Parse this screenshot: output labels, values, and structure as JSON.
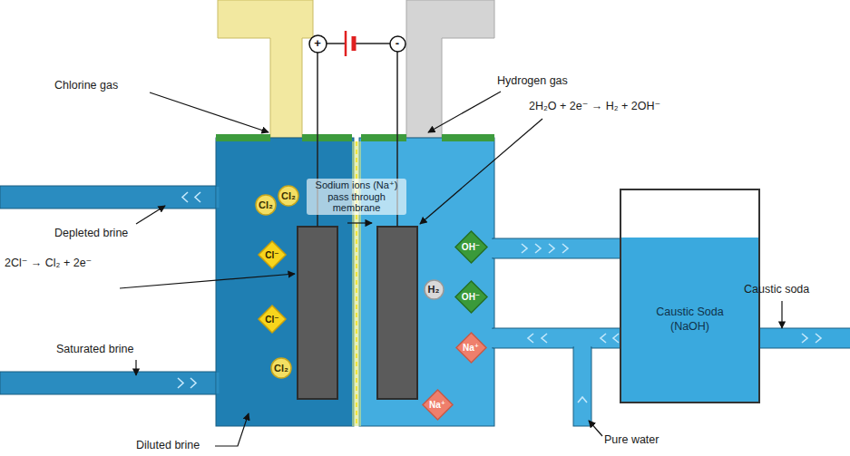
{
  "diagram": {
    "nodes": [
      {
        "text": [
          "+"
        ]
      },
      {
        "text": [
          "-"
        ]
      },
      {
        "text": [
          "Cl₂"
        ]
      },
      {
        "text": [
          "Cl₂"
        ]
      },
      {
        "text": [
          "Cl⁻"
        ]
      },
      {
        "text": [
          "OH⁻"
        ]
      },
      {
        "text": [
          "H₂"
        ]
      },
      {
        "text": [
          "OH⁻"
        ]
      },
      {
        "text": [
          "Caustic Soda (NaOH)"
        ]
      },
      {
        "text": [
          "Cl⁻"
        ]
      },
      {
        "text": [
          "Na⁺"
        ]
      },
      {
        "text": [
          "Cl₂"
        ]
      },
      {
        "text": [
          "Na⁺"
        ]
      }
    ],
    "labels": [
      "Chlorine gas",
      "Hydrogen gas",
      "2H₂O + 2e⁻ → H₂ + 2OH⁻",
      "Sodium ions (Na⁺) pass through membrane",
      "Depleted brine",
      "2Cl⁻ → Cl₂ + 2e⁻",
      "Saturated brine",
      "Diluted brine",
      "Caustic soda",
      "Pure water"
    ]
  }
}
